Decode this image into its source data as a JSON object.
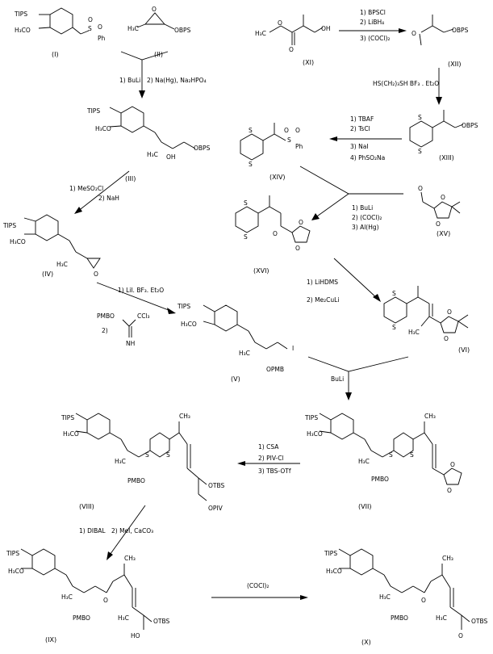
{
  "compounds": {
    "I": {
      "label": "(I)",
      "groups": [
        "TIPS",
        "H₃CO",
        "S",
        "O",
        "O",
        "Ph"
      ]
    },
    "II": {
      "label": "(II)",
      "groups": [
        "H₃C",
        "O",
        "OBPS"
      ]
    },
    "XI": {
      "label": "(XI)",
      "groups": [
        "H₃C",
        "O",
        "O",
        "OH"
      ]
    },
    "XII": {
      "label": "(XII)",
      "groups": [
        "O",
        "OBPS"
      ]
    },
    "III": {
      "label": "(III)",
      "groups": [
        "TIPS",
        "H₃CO",
        "H₃C",
        "OH",
        "OBPS"
      ]
    },
    "XIV": {
      "label": "(XIV)",
      "groups": [
        "S",
        "S",
        "S",
        "O",
        "O",
        "Ph"
      ]
    },
    "XIII": {
      "label": "(XIII)",
      "groups": [
        "S",
        "S",
        "OBPS"
      ]
    },
    "IV": {
      "label": "(IV)",
      "groups": [
        "TIPS",
        "H₃CO",
        "H₃C",
        "O"
      ]
    },
    "XV": {
      "label": "(XV)",
      "groups": [
        "O",
        "O",
        "O"
      ]
    },
    "XVI": {
      "label": "(XVI)",
      "groups": [
        "S",
        "S",
        "O",
        "O",
        "O"
      ]
    },
    "V": {
      "label": "(V)",
      "groups": [
        "TIPS",
        "H₃CO",
        "H₃C",
        "I",
        "OPMB"
      ]
    },
    "VI": {
      "label": "(VI)",
      "groups": [
        "S",
        "S",
        "H₃C",
        "O",
        "O"
      ]
    },
    "VII": {
      "label": "(VII)",
      "groups": [
        "TIPS",
        "H₃CO",
        "H₃C",
        "CH₃",
        "S",
        "S",
        "PMBO",
        "O",
        "O"
      ]
    },
    "VIII": {
      "label": "(VIII)",
      "groups": [
        "TIPS",
        "H₃CO",
        "H₃C",
        "CH₃",
        "S",
        "S",
        "PMBO",
        "OTBS",
        "OPIV"
      ]
    },
    "IX": {
      "label": "(IX)",
      "groups": [
        "TIPS",
        "H₃CO",
        "H₃C",
        "CH₃",
        "O",
        "PMBO",
        "H₃C",
        "OTBS",
        "HO"
      ]
    },
    "X": {
      "label": "(X)",
      "groups": [
        "TIPS",
        "H₃CO",
        "H₃C",
        "CH₃",
        "O",
        "PMBO",
        "H₃C",
        "OTBS",
        "O"
      ]
    }
  },
  "steps": {
    "s1": [
      "1) BuLi",
      "2) Na(Hg), Na₂HPO₄"
    ],
    "s2": [
      "1) BPSCl",
      "2) LiBH₄",
      "3) (COCl)₂"
    ],
    "s3": [
      "HS(CH₂)₃SH  BF₃ . Et₂O"
    ],
    "s4": [
      "1) TBAF",
      "2) TsCl",
      "3) NaI",
      "4) PhSO₂Na"
    ],
    "s5": [
      "1) MeSO₂Cl",
      "2) NaH"
    ],
    "s6": [
      "1) BuLi",
      "2) (COCl)₂",
      "3) Al(Hg)"
    ],
    "s7": [
      "1) LiI. BF₃. Et₂O"
    ],
    "s7b": {
      "reagent": "PMBO",
      "group": "CCl₃",
      "imine": "NH",
      "num": "2)"
    },
    "s8": [
      "1) LiHDMS",
      "2) Me₂CuLi"
    ],
    "s9": [
      "BuLi"
    ],
    "s10": [
      "1) CSA",
      "2) PIV-Cl",
      "3) TBS-OTf"
    ],
    "s11": [
      "1) DIBAL",
      "2) MeI, CaCO₃"
    ],
    "s12": [
      "(COCl)₂"
    ]
  }
}
